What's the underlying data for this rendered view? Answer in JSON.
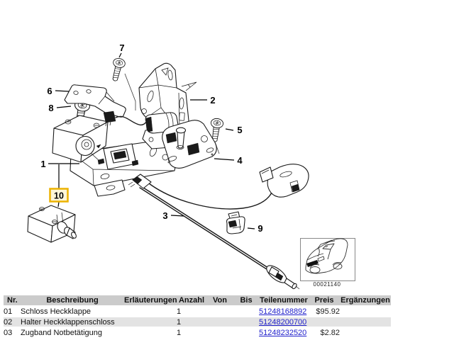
{
  "diagram": {
    "callouts": {
      "c1": "1",
      "c2": "2",
      "c3": "3",
      "c4": "4",
      "c5": "5",
      "c6": "6",
      "c7": "7",
      "c8": "8",
      "c9": "9",
      "c10": "10"
    },
    "highlighted_callout": "10",
    "highlight_fill": "#FDF6D8",
    "highlight_border": "#ECB200",
    "image_code": "00021140"
  },
  "table": {
    "headers": {
      "nr": "Nr.",
      "beschreibung": "Beschreibung",
      "erlaeuterungen": "Erläuterungen",
      "anzahl": "Anzahl",
      "von": "Von",
      "bis": "Bis",
      "teilenummer": "Teilenummer",
      "preis": "Preis",
      "ergaenzungen": "Ergänzungen"
    },
    "link_color": "#2222cc",
    "rows": [
      {
        "nr": "01",
        "beschreibung": "Schloss Heckklappe",
        "anzahl": "1",
        "teilenummer": "51248168892",
        "preis": "$95.92"
      },
      {
        "nr": "02",
        "beschreibung": "Halter Heckklappenschloss",
        "anzahl": "1",
        "teilenummer": "51248200700",
        "preis": ""
      },
      {
        "nr": "03",
        "beschreibung": "Zugband Notbetätigung",
        "anzahl": "1",
        "teilenummer": "51248232520",
        "preis": "$2.82"
      }
    ]
  }
}
